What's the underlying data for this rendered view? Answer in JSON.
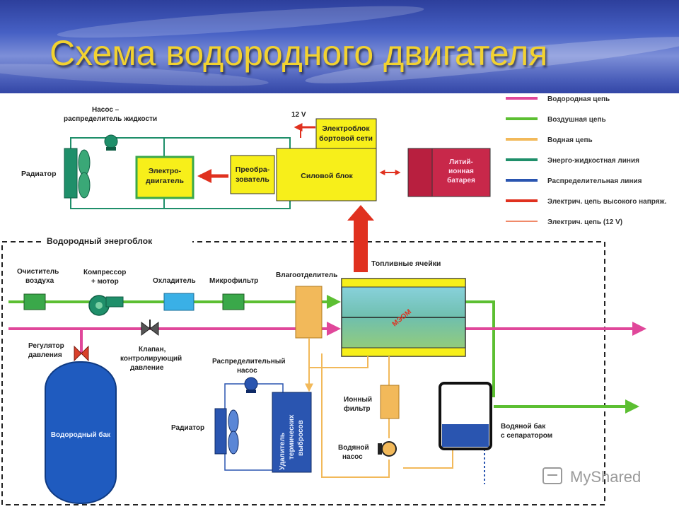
{
  "title": "Схема водородного двигателя",
  "colors": {
    "hydrogen": "#e0479a",
    "air": "#5cbf32",
    "water": "#f2b95a",
    "energy_liquid": "#1f8f6a",
    "distribution": "#2a55b0",
    "hv": "#e0311f",
    "v12": "#f08a6a",
    "yellow_block": "#f7ef1a",
    "green_block": "#3aa84a",
    "tank": "#1f5bbf"
  },
  "legend": [
    {
      "color_key": "hydrogen",
      "label": "Водородная цепь"
    },
    {
      "color_key": "air",
      "label": "Воздушная цепь"
    },
    {
      "color_key": "water",
      "label": "Водная цепь"
    },
    {
      "color_key": "energy_liquid",
      "label": "Энерго-жидкостная линия"
    },
    {
      "color_key": "distribution",
      "label": "Распределительная линия"
    },
    {
      "color_key": "hv",
      "label": "Электрич. цепь высокого напряж."
    },
    {
      "color_key": "v12",
      "label": "Электрич. цепь (12 V)"
    }
  ],
  "labels": {
    "pump_line1": "Насос –",
    "pump_line2": "распределитель жидкости",
    "radiator_top": "Радиатор",
    "motor_line1": "Электро-",
    "motor_line2": "двигатель",
    "converter_line1": "Преобра-",
    "converter_line2": "зователь",
    "onboard_line1": "Электроблок",
    "onboard_line2": "бортовой сети",
    "v12": "12 V",
    "power_block": "Силовой блок",
    "battery_line1": "Литий-",
    "battery_line2": "ионная",
    "battery_line3": "батарея",
    "energy_unit": "Водородный энергоблок",
    "air_cleaner_line1": "Очиститель",
    "air_cleaner_line2": "воздуха",
    "compressor_line1": "Компрессор",
    "compressor_line2": "+ мотор",
    "cooler": "Охладитель",
    "microfilter": "Микрофильтр",
    "humidifier": "Влагоотделитель",
    "fuel_cells": "Топливные ячейки",
    "stack": "МЭОМ",
    "regulator_line1": "Регулятор",
    "regulator_line2": "давления",
    "valve_line1": "Клапан,",
    "valve_line2": "контролирующий",
    "valve_line3": "давление",
    "dist_pump_line1": "Распределительный",
    "dist_pump_line2": "насос",
    "radiator_bottom": "Радиатор",
    "heat_exchanger_line1": "Удалитель",
    "heat_exchanger_line2": "термических",
    "heat_exchanger_line3": "выбросов",
    "ion_filter_line1": "Ионный",
    "ion_filter_line2": "фильтр",
    "water_pump_line1": "Водяной",
    "water_pump_line2": "насос",
    "water_tank_line1": "Водяной бак",
    "water_tank_line2": "с сепаратором",
    "hydrogen_tank": "Водородный бак"
  },
  "watermark": "MyShared"
}
